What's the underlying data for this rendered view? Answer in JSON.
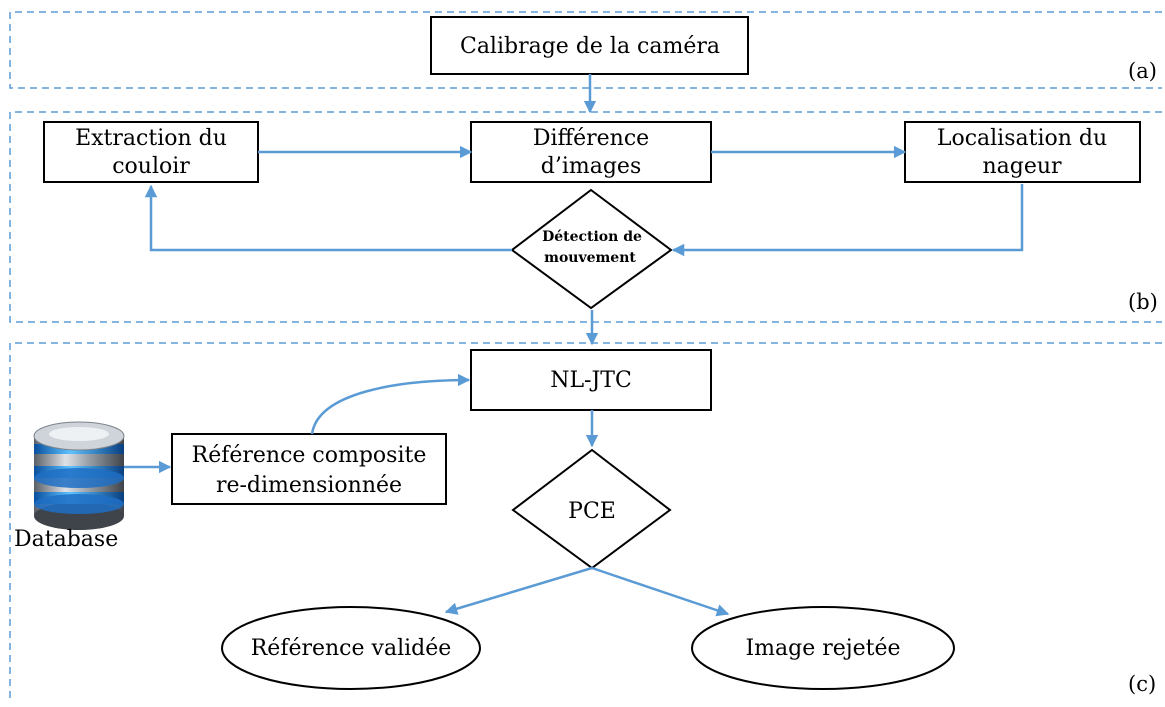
{
  "panels": {
    "a_tag": "(a)",
    "b_tag": "(b)",
    "c_tag": "(c)"
  },
  "nodes": {
    "calibration": "Calibrage de la caméra",
    "lane_extraction": [
      "Extraction du",
      "couloir"
    ],
    "image_difference": [
      "Différence",
      "d’images"
    ],
    "swimmer_localization": [
      "Localisation du",
      "nageur"
    ],
    "motion_detection": [
      "Détection de",
      "mouvement"
    ],
    "nl_jtc": "NL-JTC",
    "composite_reference": [
      "Référence composite",
      "re-dimensionnée"
    ],
    "database": "Database",
    "pce": "PCE",
    "validated_reference": "Référence validée",
    "rejected_image": "Image rejetée"
  },
  "colors": {
    "arrow": "#5b9bd5",
    "dash": "#5b9bd5",
    "box_border": "#000000",
    "db_highlight": "#2e8be0"
  },
  "icons": {
    "database": "database-cylinder-icon"
  }
}
